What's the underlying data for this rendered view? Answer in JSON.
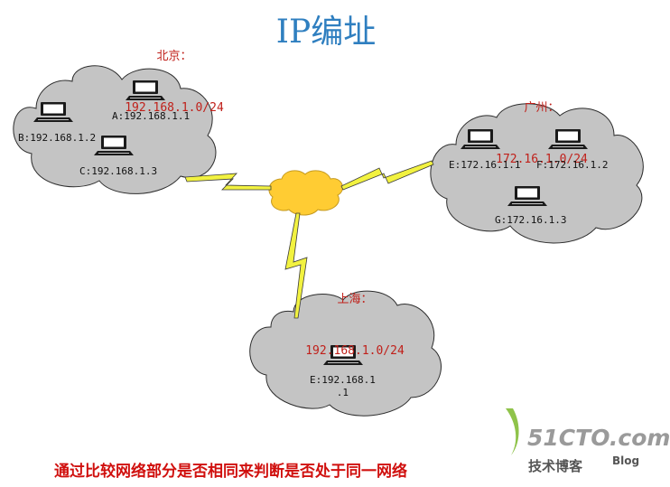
{
  "title": "IP编址",
  "sites": {
    "beijing": {
      "name": "北京：",
      "subnet": "192.168.1.0/24"
    },
    "guangzhou": {
      "name": "广州：",
      "subnet": "172.16.1.0/24"
    },
    "shanghai": {
      "name": "上海：",
      "subnet": "192.168.1.0/24"
    }
  },
  "hosts": {
    "a": "A:192.168.1.1",
    "b": "B:192.168.1.2",
    "c": "C:192.168.1.3",
    "e_gz": "E:172.16.1.1",
    "f": "F:172.16.1.2",
    "g": "G:172.16.1.3",
    "e_sh": "E:192.168.1\n.1"
  },
  "footer": "通过比较网络部分是否相同来判断是否处于同一网络",
  "watermark": {
    "main": "51CTO.com",
    "sub": "技术博客",
    "blog": "Blog"
  },
  "colors": {
    "title": "#2f7fc0",
    "labels": "#c0201a",
    "cloud": "#c4c4c4",
    "wan": "#ffcc33",
    "link": "#f2f240"
  }
}
